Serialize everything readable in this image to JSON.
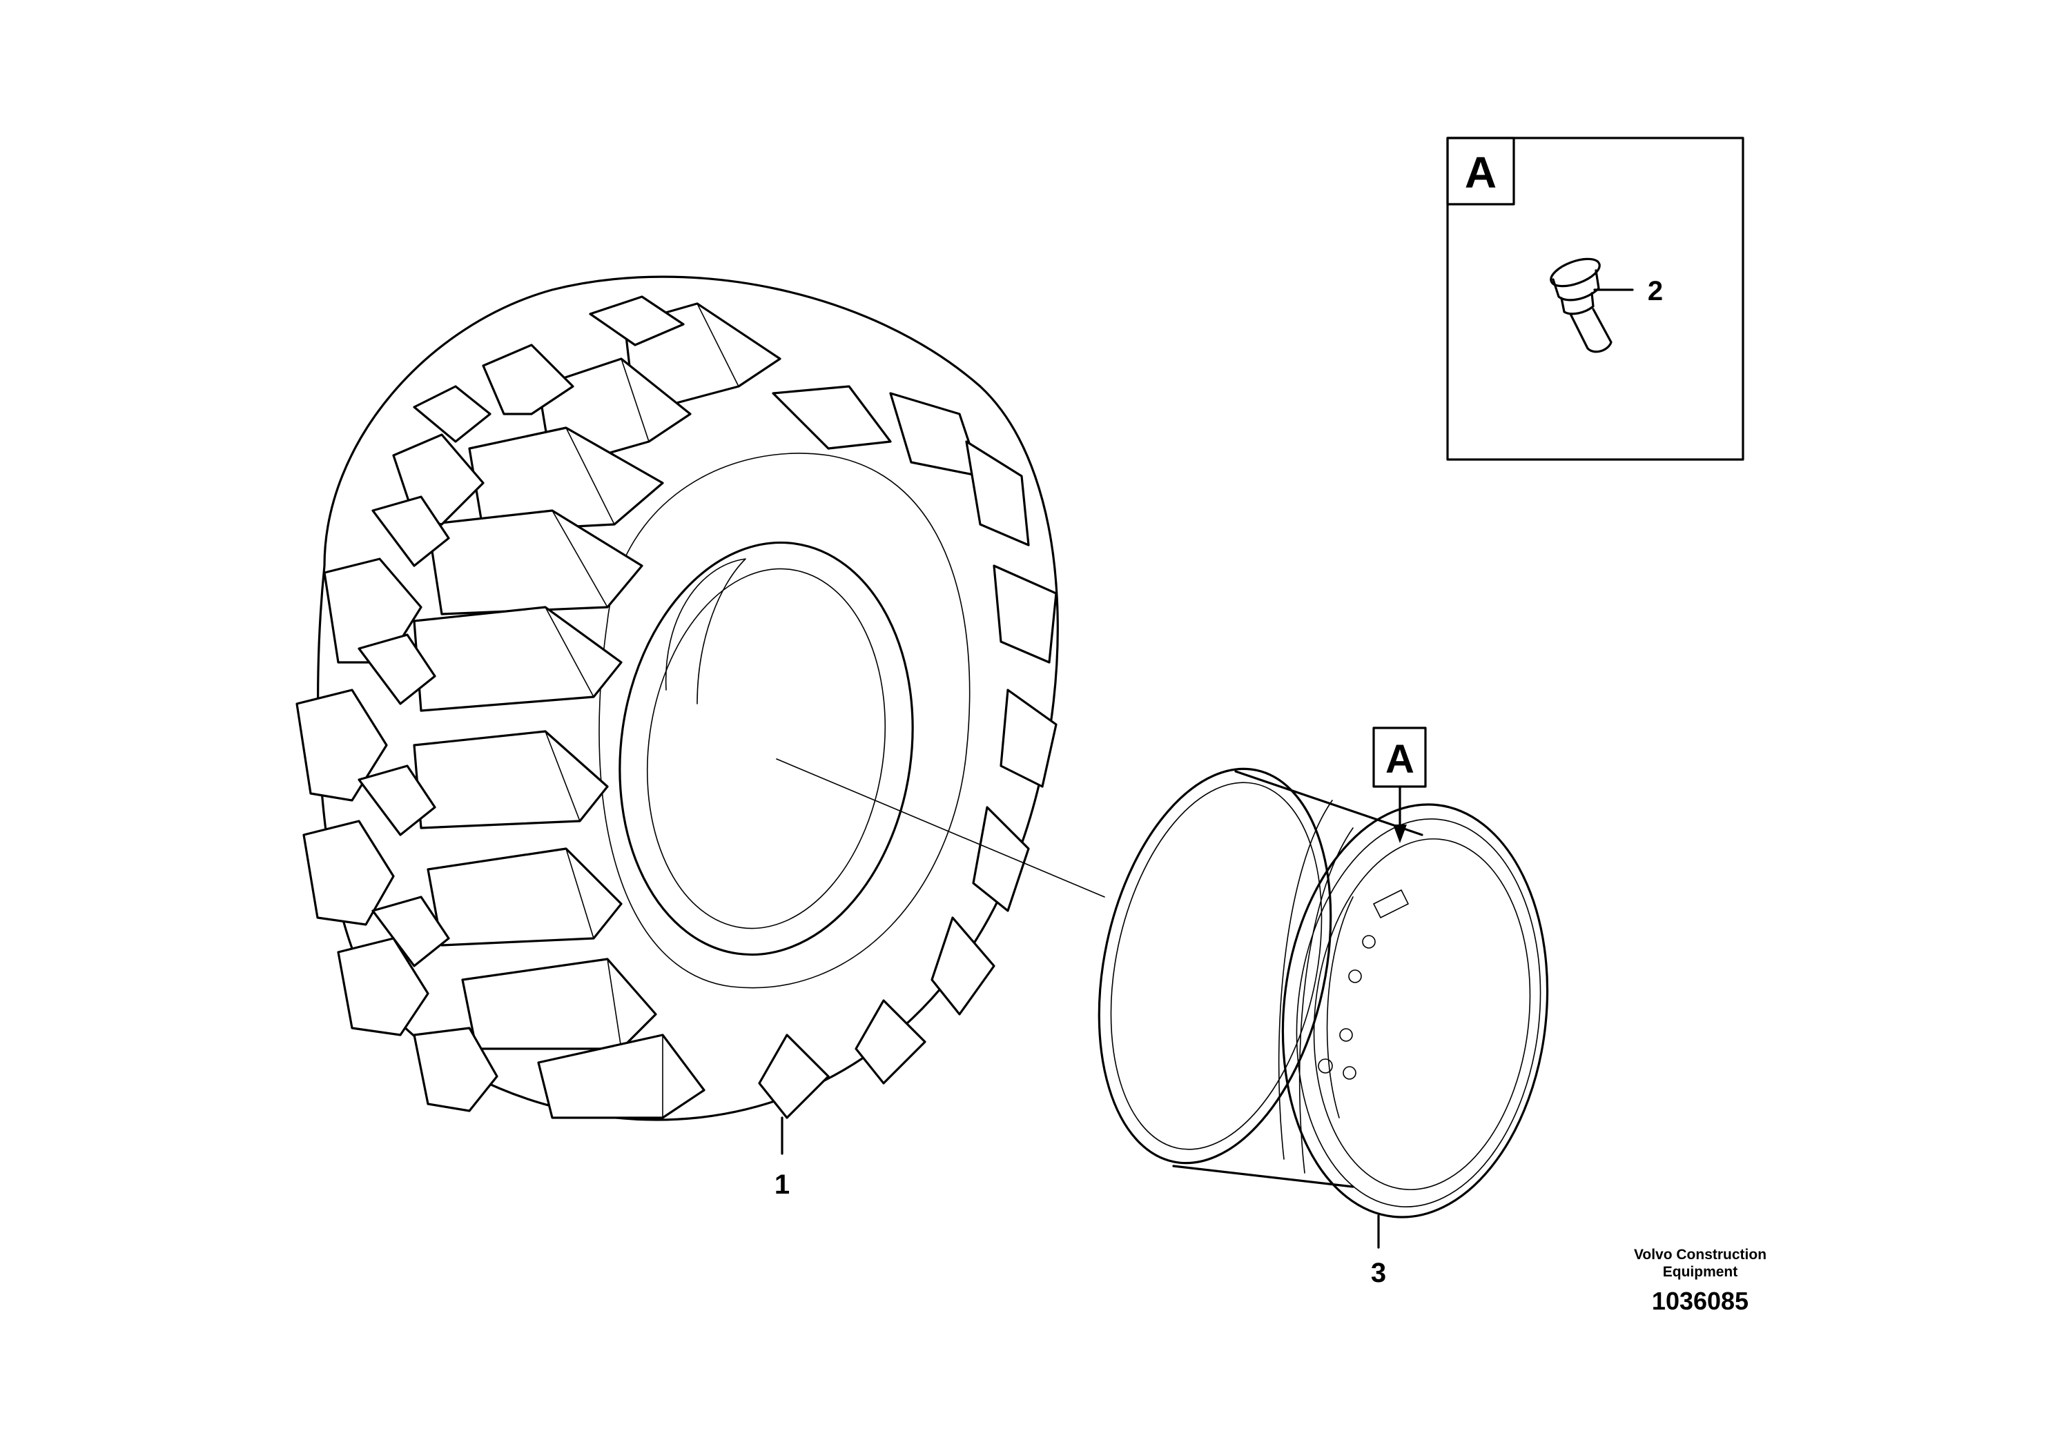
{
  "callouts": {
    "tire": "1",
    "valve": "2",
    "rim": "3"
  },
  "detail_view": {
    "label": "A"
  },
  "rim_view_marker": {
    "label": "A"
  },
  "footer": {
    "company_line1": "Volvo Construction",
    "company_line2": "Equipment",
    "drawing_number": "1036085"
  }
}
